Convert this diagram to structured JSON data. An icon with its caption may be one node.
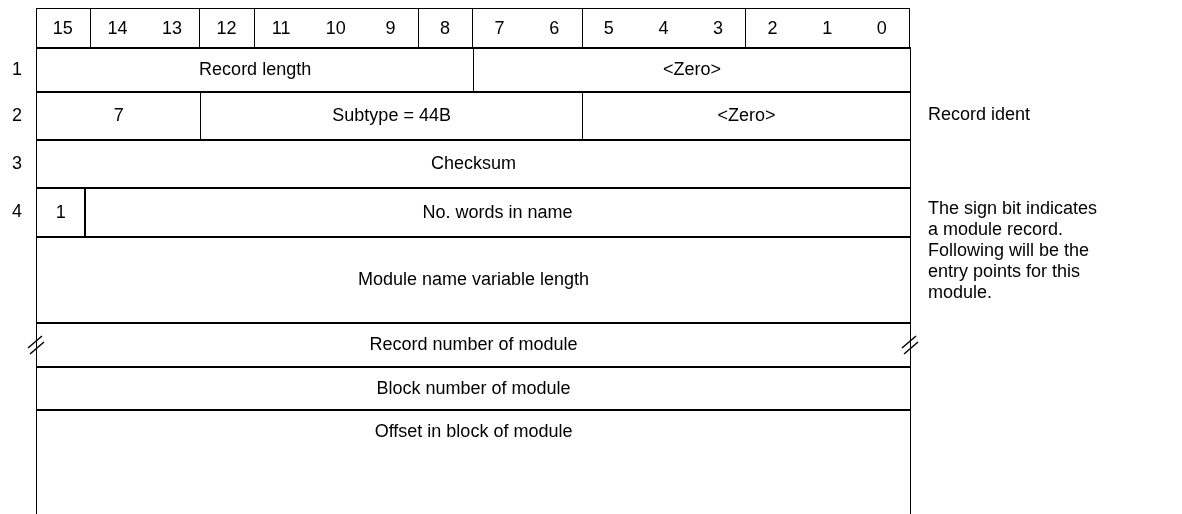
{
  "diagram": {
    "labels": [
      "15",
      "14",
      "13",
      "12",
      "11",
      "10",
      "9",
      "8",
      "7",
      "6",
      "5",
      "4",
      "3",
      "2",
      "1",
      "0",
      "1",
      "Record length",
      "<Zero>",
      "2",
      "7",
      "Subtype = 44B",
      "<Zero>",
      "Record ident",
      "3",
      "Checksum",
      "4",
      "1",
      "No. words in name",
      "The sign bit indicates a module record. Following will be the entry points for this module.",
      "Module name variable length",
      "Record number of module",
      "Block number of module",
      "Offset in block of module"
    ]
  }
}
